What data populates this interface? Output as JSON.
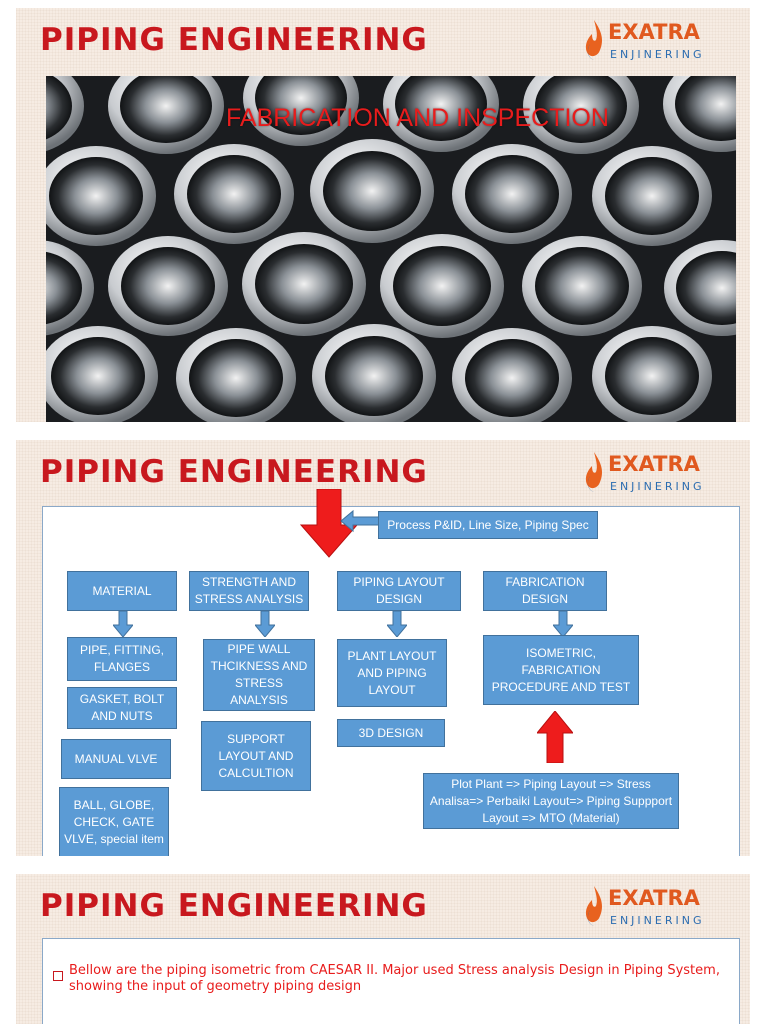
{
  "logo": {
    "name": "EXATRA",
    "tagline": "ENJINERING"
  },
  "slide1": {
    "title": "PIPING ENGINEERING",
    "caption": "FABRICATION AND INSPECTION"
  },
  "slide2": {
    "title": "PIPING ENGINEERING",
    "boxes": {
      "input": "Process P&ID, Line Size, Piping Spec",
      "material": "MATERIAL",
      "strength": "STRENGTH AND STRESS ANALYSIS",
      "layout": "PIPING LAYOUT DESIGN",
      "fabrication": "FABRICATION DESIGN",
      "pipe_fitting": "PIPE, FITTING, FLANGES",
      "gasket": "GASKET, BOLT AND NUTS",
      "manual_valve": "MANUAL VLVE",
      "ball_globe": "BALL, GLOBE, CHECK, GATE VLVE, special item",
      "pipe_wall": "PIPE WALL THCIKNESS AND STRESS ANALYSIS",
      "support": "SUPPORT LAYOUT AND CALCULTION",
      "plant_layout": "PLANT LAYOUT AND PIPING LAYOUT",
      "design_3d": "3D DESIGN",
      "isometric": "ISOMETRIC, FABRICATION PROCEDURE AND TEST",
      "plot_plant": "Plot Plant => Piping Layout => Stress Analisa=> Perbaiki Layout=> Piping Suppport Layout => MTO (Material)"
    }
  },
  "slide3": {
    "title": "PIPING ENGINEERING",
    "bullet": "Bellow are the piping isometric from CAESAR II. Major used Stress analysis Design in Piping System, showing the input of geometry piping design"
  }
}
